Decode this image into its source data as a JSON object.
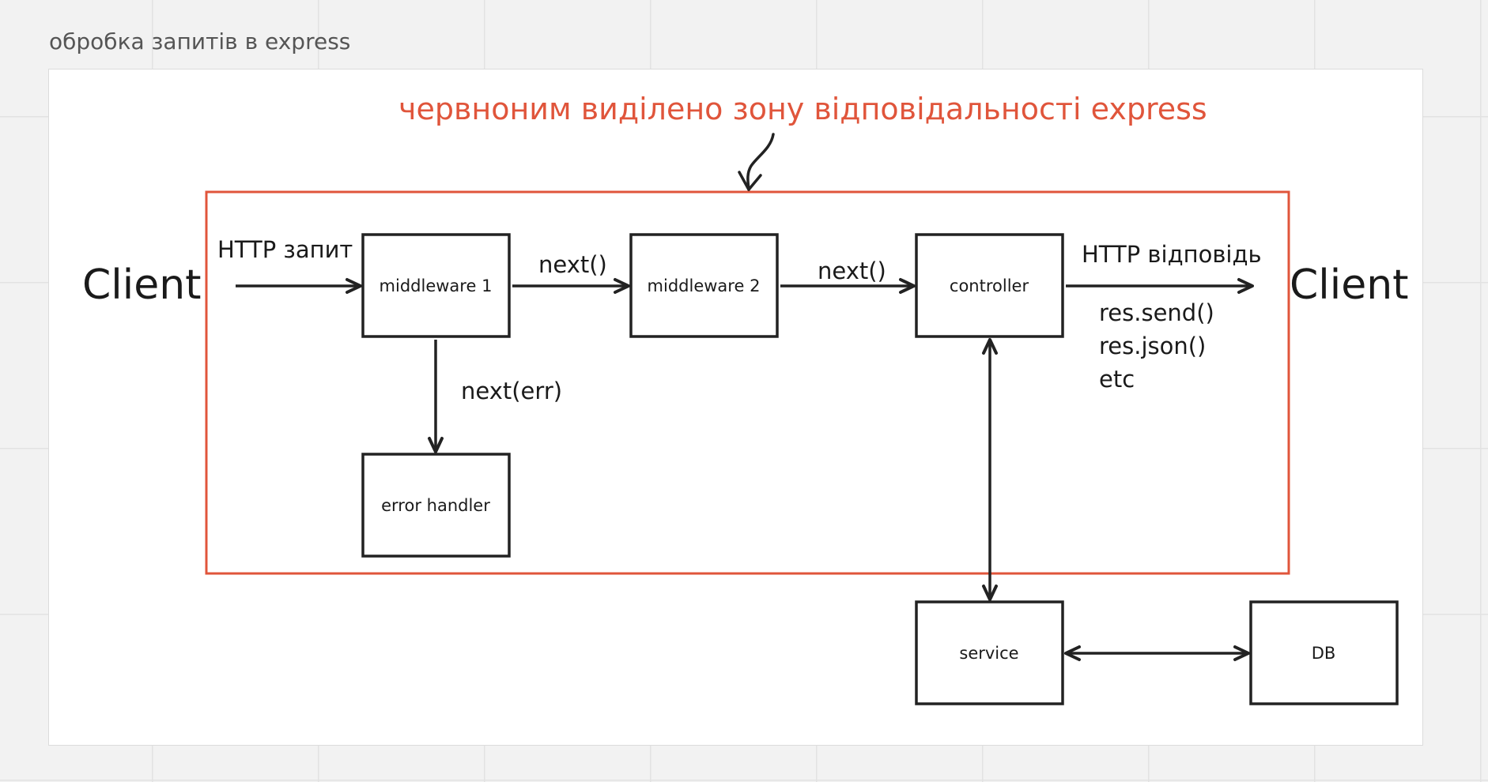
{
  "board": {
    "title": "обробка запитів в express"
  },
  "note": {
    "text": "червноним виділено зону відповідальності express",
    "color": "#e0553b"
  },
  "clients": {
    "left": "Client",
    "right": "Client"
  },
  "nodes": {
    "middleware1": "middleware 1",
    "middleware2": "middleware 2",
    "controller": "controller",
    "error_handler": "error handler",
    "service": "service",
    "db": "DB"
  },
  "edges": {
    "http_request": "HTTP запит",
    "next_1": "next()",
    "next_2": "next()",
    "next_err": "next(err)",
    "http_response": "HTTP відповідь"
  },
  "response_methods": [
    "res.send()",
    "res.json()",
    "etc"
  ],
  "colors": {
    "express_zone": "#e0553b",
    "stroke": "#222222"
  }
}
